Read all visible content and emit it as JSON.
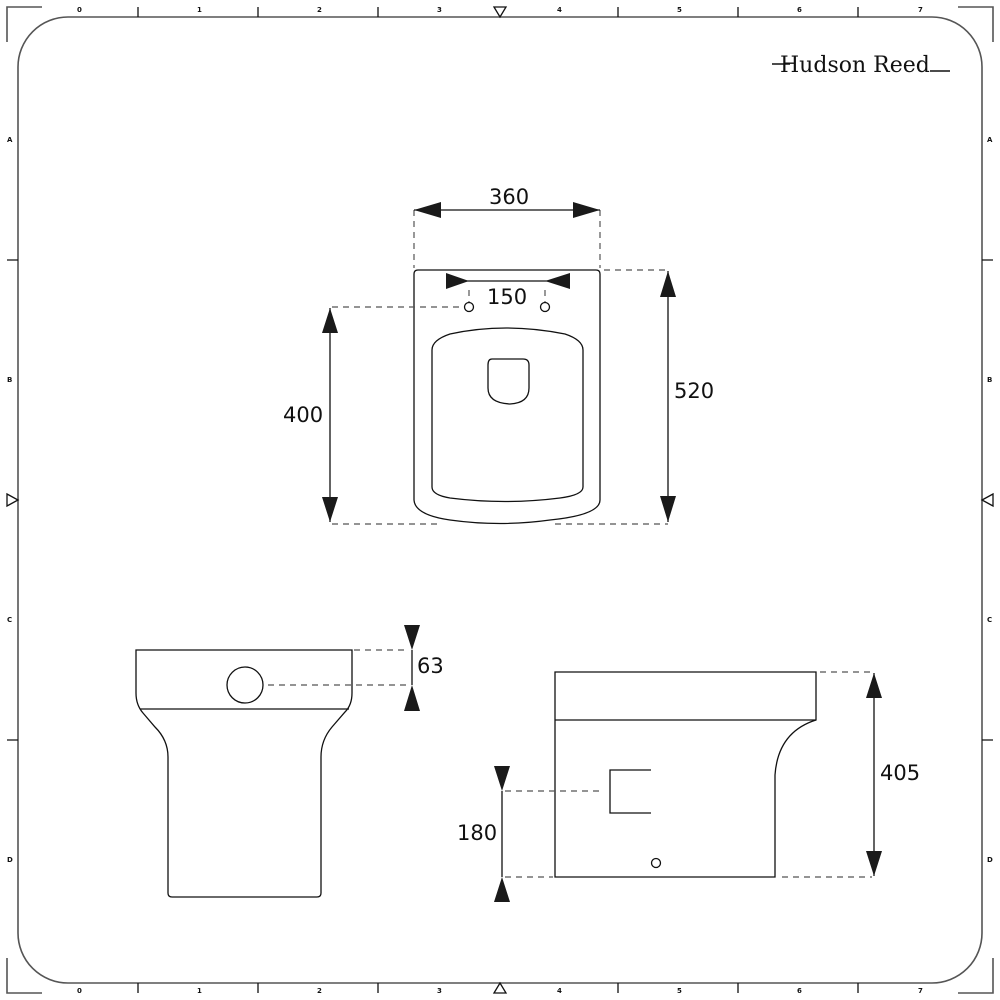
{
  "logo": "Hudson Reed",
  "ruler": {
    "columns": [
      "0",
      "1",
      "2",
      "3",
      "4",
      "5",
      "6",
      "7"
    ],
    "rows": [
      "A",
      "B",
      "C",
      "D"
    ]
  },
  "dimensions": {
    "top_width": "360",
    "fixing_centres": "150",
    "top_length": "520",
    "fixing_to_front": "400",
    "inlet_height": "63",
    "total_height": "405",
    "outlet_height": "180"
  }
}
